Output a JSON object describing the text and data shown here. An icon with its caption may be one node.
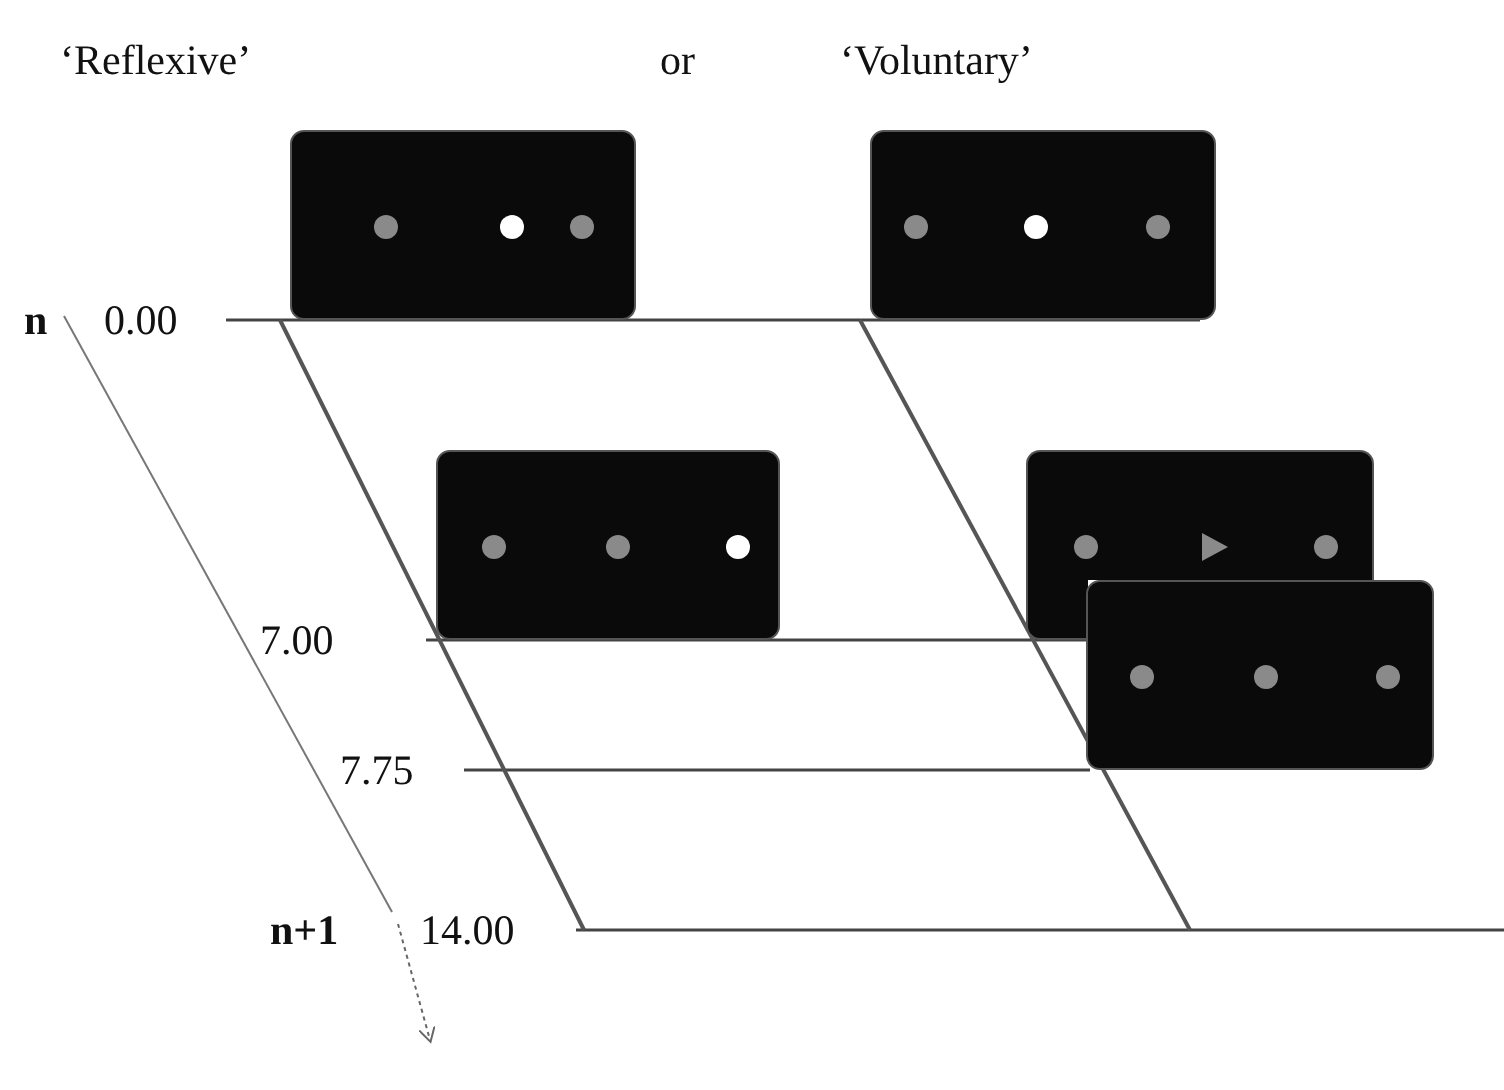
{
  "diagram": {
    "nodes": [
      {
        "text": [],
        "shape": "box",
        "beside": [
          "‘Reflexive’"
        ]
      },
      {
        "text": [],
        "shape": "box",
        "beside": [
          "‘Voluntary’"
        ]
      },
      {
        "text": [],
        "shape": "box"
      },
      {
        "text": [],
        "shape": "box"
      },
      {
        "text": [],
        "shape": "box"
      }
    ],
    "labels": [
      "or",
      "n",
      "0.00",
      "7.00",
      "7.75",
      "n+1",
      "14.00"
    ]
  }
}
